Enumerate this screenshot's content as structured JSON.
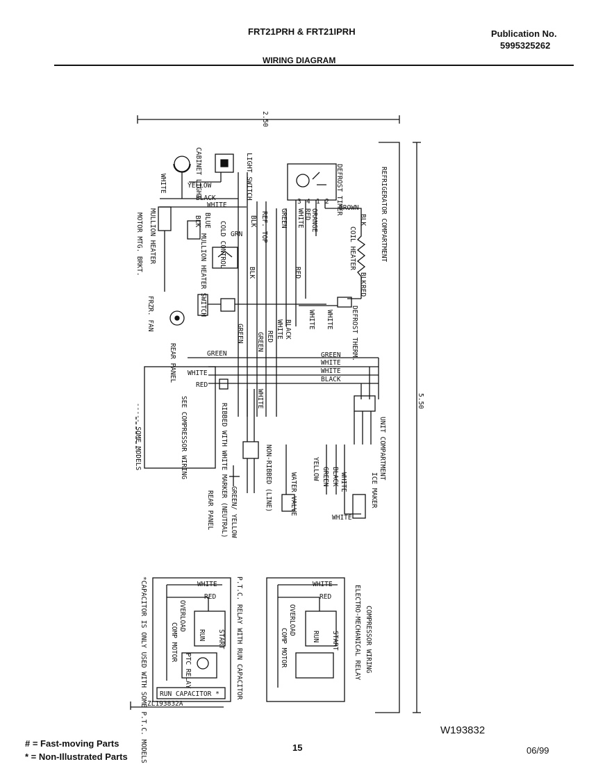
{
  "header": {
    "model": "FRT21PRH & FRT21IPRH",
    "publication_label": "Publication No.",
    "publication_number": "5995325262",
    "title": "WIRING DIAGRAM"
  },
  "diagram": {
    "dim_width": "2.50",
    "dim_height": "5.50",
    "refrigerator_compartment": "REFRIGERATOR COMPARTMENT",
    "unit_compartment": "UNIT COMPARTMENT",
    "defrost_timer": "DEFROST TIMER",
    "light_switch": "LIGHT SWITCH",
    "cabinet_light": "CABINET LIGHT",
    "coil_heater": "COIL HEATER",
    "defrost_therm": "DEFROST THERM.",
    "mullion_heater": "MULLION HEATER",
    "mullion_heater_switch": "MULLION HEATER SWITCH",
    "cold_control": "COLD CONTROL",
    "ref_top": "REF. TOP",
    "motor_mtg_bkt": "MOTOR MTG. BRKT.",
    "fzr_fan": "FRZR. FAN",
    "rear_panel": "REAR PANEL",
    "see_compressor_wiring": "SEE COMPRESSOR WIRING",
    "some_models": "----- SOME MODELS",
    "ribbed_note": "RIBBED WITH WHITE MARKER (NEUTRAL)",
    "non_ribbed": "NON-RIBBED (LINE)",
    "ice_maker": "ICE MAKER",
    "water_valve": "WATER VALVE",
    "green_yellow": "GREEN/ YELLOW",
    "wires": {
      "white": "WHITE",
      "black": "BLACK",
      "red": "RED",
      "green": "GREEN",
      "yellow": "YELLOW",
      "orange": "ORANGE",
      "brown": "BROWN",
      "blue": "BLUE",
      "blk": "BLK",
      "grn": "GRN"
    },
    "terminals": {
      "t1": "1",
      "t2": "2",
      "t3": "3",
      "t4": "4"
    },
    "ptc_title": "P.T.C. RELAY WITH RUN CAPACITOR",
    "ptc_note": "*CAPACITOR IS ONLY USED WITH SOME P.T.C. MODELS.",
    "run_capacitor": "RUN CAPACITOR *",
    "ptc_relay": "PTC RELAY",
    "overload": "OVERLOAD",
    "comp_motor": "COMP MOTOR",
    "compressor_wiring": "COMPRESSOR WIRING",
    "electro_mech_relay": "ELECTRO-MECHANICAL RELAY",
    "start": "START",
    "run": "RUN",
    "ref_code": "ZL193832A"
  },
  "footer": {
    "drawing_number": "W193832",
    "legend_fast": "#  =  Fast-moving Parts",
    "legend_non": "*  =  Non-Illustrated Parts",
    "page": "15",
    "date": "06/99"
  }
}
